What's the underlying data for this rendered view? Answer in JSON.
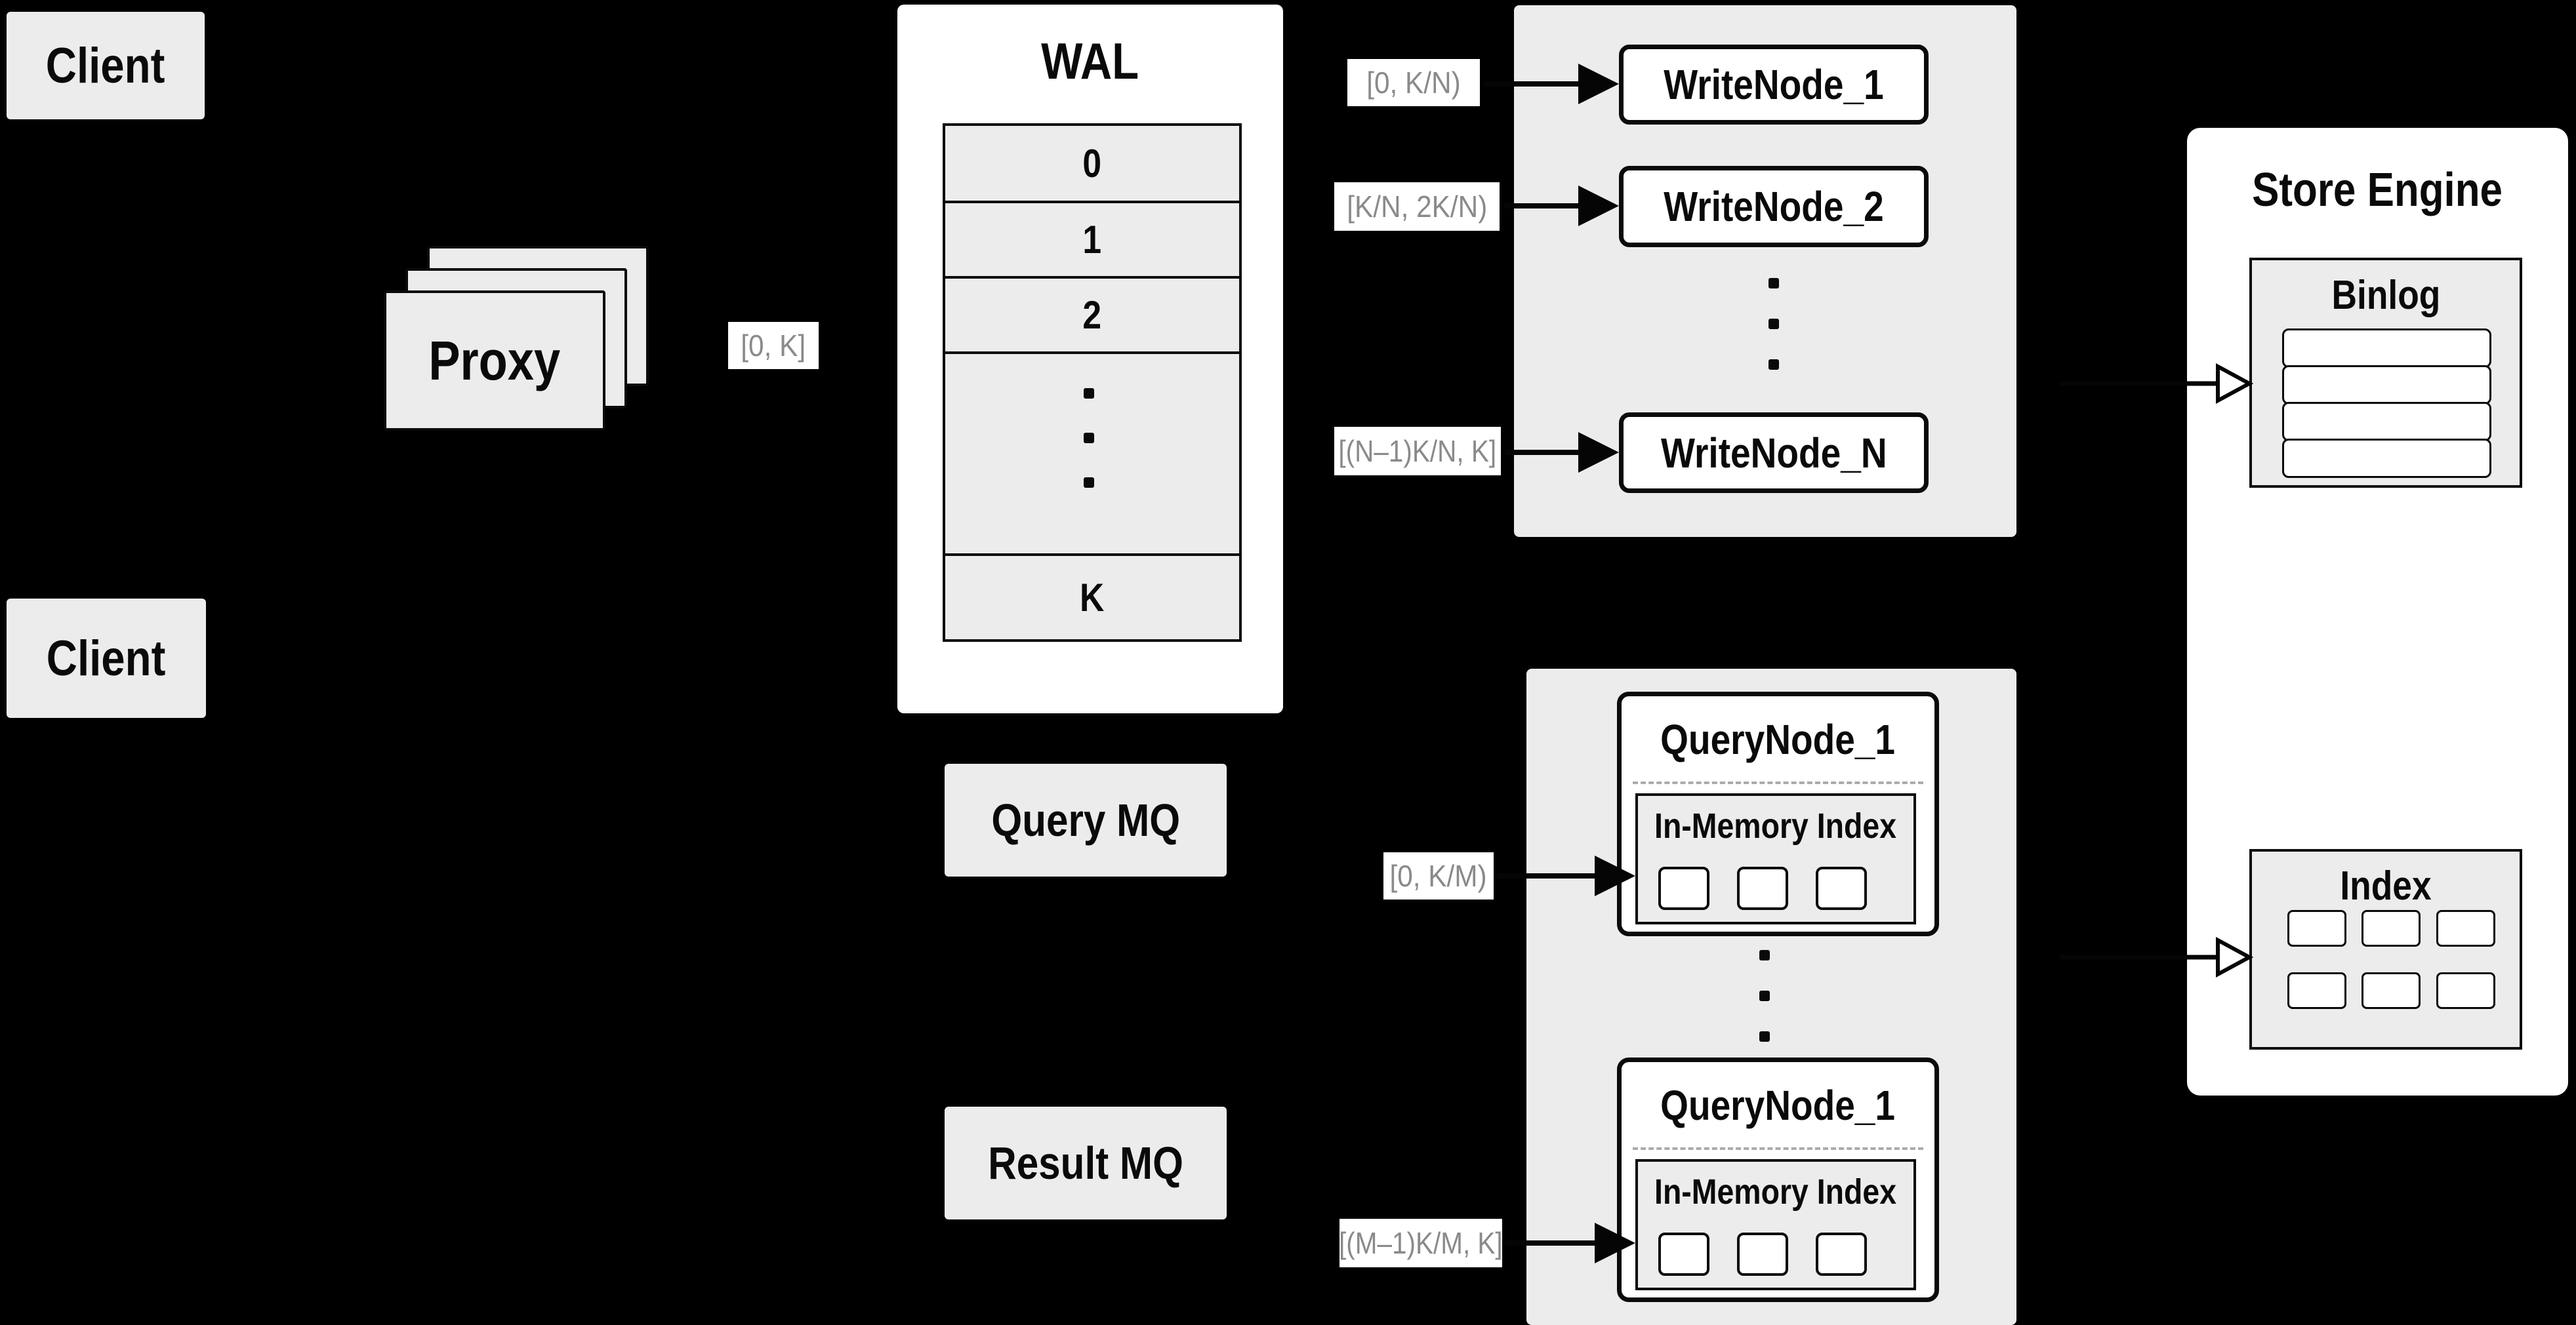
{
  "clients": {
    "top_label": "Client",
    "middle_label": "Client"
  },
  "proxy": {
    "label": "Proxy",
    "range_label": "[0, K]"
  },
  "wal": {
    "title": "WAL",
    "segments": [
      "0",
      "1",
      "2"
    ],
    "last_segment": "K"
  },
  "write_group": {
    "nodes": [
      "WriteNode_1",
      "WriteNode_2",
      "WriteNode_N"
    ],
    "ranges": [
      "[0,  K/N)",
      "[K/N, 2K/N)",
      "[(N–1)K/N,  K]"
    ]
  },
  "mq": {
    "query_label": "Query MQ",
    "result_label": "Result MQ"
  },
  "query_group": {
    "ranges": [
      "[0, K/M)",
      "[(M–1)K/M, K]"
    ],
    "nodes": [
      {
        "title": "QueryNode_1",
        "index_title": "In-Memory Index"
      },
      {
        "title": "QueryNode_1",
        "index_title": "In-Memory Index"
      }
    ]
  },
  "store_engine": {
    "title": "Store Engine",
    "binlog_title": "Binlog",
    "index_title": "Index"
  },
  "colors": {
    "background": "#000000",
    "panel_gray": "#ececec",
    "box_white": "#ffffff",
    "stroke_black": "#0a0a0a",
    "range_label_text": "#8a8a8a"
  }
}
